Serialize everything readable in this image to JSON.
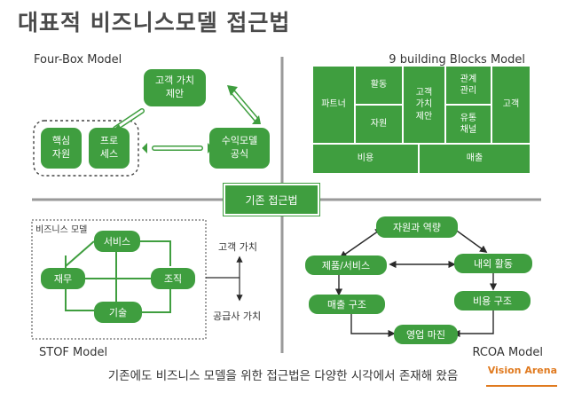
{
  "title": "대표적 비즈니스모델 접근법",
  "center": "기존 접근법",
  "footer": "기존에도 비즈니스 모델을 위한 접근법은 다양한 시각에서 존재해 왔음",
  "logo": {
    "text": "Vision Arena"
  },
  "colors": {
    "green": "#3f9e3f",
    "axis": "#9a9a9a",
    "title": "#4a4a4a"
  },
  "four_box": {
    "caption": "Four-Box Model",
    "customer_value": "고객 가치\n제안",
    "core_resources": "핵심\n자원",
    "process": "프로\n세스",
    "profit_formula": "수익모델\n공식"
  },
  "nine_blocks": {
    "caption": "9 building Blocks Model",
    "partner": "파트너",
    "activities": "활동",
    "resources": "자원",
    "value": "고객\n가치\n제안",
    "relationship": "관계\n관리",
    "channels": "유통\n채널",
    "customers": "고객",
    "cost": "비용",
    "revenue": "매출"
  },
  "stof": {
    "caption": "STOF Model",
    "frame_label": "비즈니스 모델",
    "service": "서비스",
    "finance": "재무",
    "organization": "조직",
    "technology": "기술",
    "customer_value": "고객 가치",
    "supplier_value": "공급사 가치"
  },
  "rcoa": {
    "caption": "RCOA Model",
    "resources": "자원과 역량",
    "products": "제품/서비스",
    "internal": "내외 활동",
    "revenue_structure": "매출 구조",
    "cost_structure": "비용 구조",
    "margin": "영업 마진"
  }
}
